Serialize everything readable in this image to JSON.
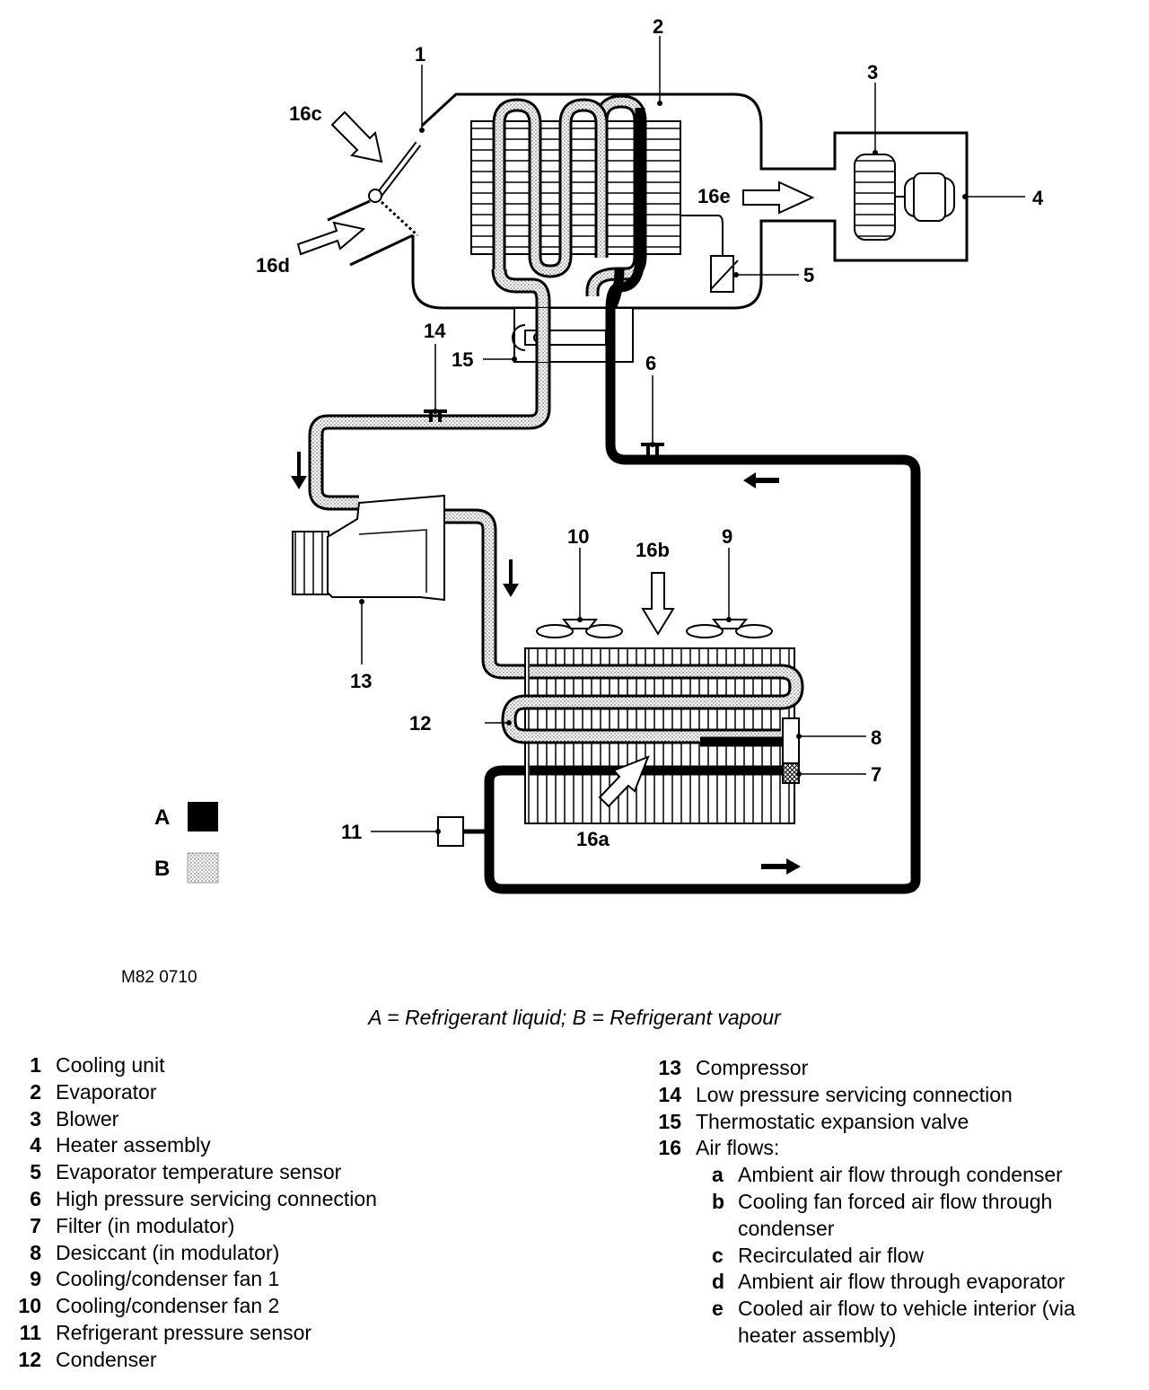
{
  "callouts": {
    "n1": "1",
    "n2": "2",
    "n3": "3",
    "n4": "4",
    "n5": "5",
    "n6": "6",
    "n7": "7",
    "n8": "8",
    "n9": "9",
    "n10": "10",
    "n11": "11",
    "n12": "12",
    "n13": "13",
    "n14": "14",
    "n15": "15",
    "a16a": "16a",
    "a16b": "16b",
    "a16c": "16c",
    "a16d": "16d",
    "a16e": "16e"
  },
  "key": {
    "a": "A",
    "b": "B"
  },
  "figure_id": "M82 0710",
  "caption": "A = Refrigerant liquid; B = Refrigerant vapour",
  "legend_left": [
    {
      "num": "1",
      "text": "Cooling unit"
    },
    {
      "num": "2",
      "text": "Evaporator"
    },
    {
      "num": "3",
      "text": "Blower"
    },
    {
      "num": "4",
      "text": "Heater assembly"
    },
    {
      "num": "5",
      "text": "Evaporator temperature sensor"
    },
    {
      "num": "6",
      "text": "High pressure servicing connection"
    },
    {
      "num": "7",
      "text": "Filter (in modulator)"
    },
    {
      "num": "8",
      "text": "Desiccant (in modulator)"
    },
    {
      "num": "9",
      "text": "Cooling/condenser fan 1"
    },
    {
      "num": "10",
      "text": "Cooling/condenser fan 2"
    },
    {
      "num": "11",
      "text": "Refrigerant pressure sensor"
    },
    {
      "num": "12",
      "text": "Condenser"
    }
  ],
  "legend_right": [
    {
      "num": "13",
      "text": "Compressor"
    },
    {
      "num": "14",
      "text": "Low pressure servicing connection"
    },
    {
      "num": "15",
      "text": "Thermostatic expansion valve"
    },
    {
      "num": "16",
      "text": "Air flows:"
    }
  ],
  "airflows": [
    {
      "letter": "a",
      "line1": "Ambient air flow through condenser",
      "line2": ""
    },
    {
      "letter": "b",
      "line1": "Cooling fan forced air flow through",
      "line2": "condenser"
    },
    {
      "letter": "c",
      "line1": "Recirculated air flow",
      "line2": ""
    },
    {
      "letter": "d",
      "line1": "Ambient air flow through evaporator",
      "line2": ""
    },
    {
      "letter": "e",
      "line1": "Cooled air flow to vehicle interior (via",
      "line2": "heater assembly)"
    }
  ]
}
